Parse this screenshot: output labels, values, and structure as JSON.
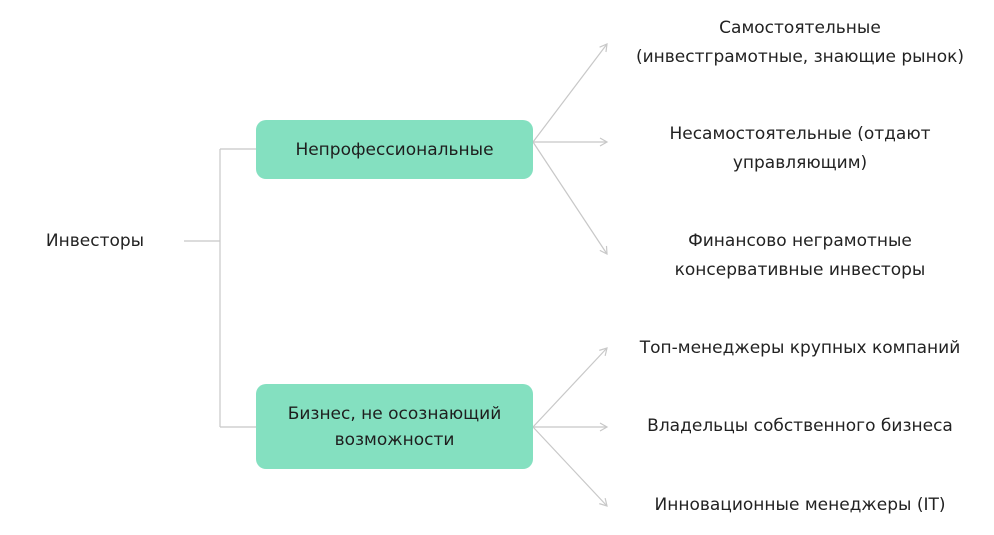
{
  "root": "Инвесторы",
  "groups": [
    {
      "label": "Непрофессиональные",
      "children": [
        "Самостоятельные (инвестграмотные, знающие рынок)",
        "Несамостоятельные (отдают управляющим)",
        "Финансово неграмотные консервативные инвесторы"
      ]
    },
    {
      "label": "Бизнес, не осознающий возможности",
      "children": [
        "Топ-менеджеры крупных компаний",
        "Владельцы собственного бизнеса",
        "Инновационные менеджеры (IT)"
      ]
    }
  ],
  "colors": {
    "node": "#84e0c0",
    "line": "#c8c8c8"
  }
}
